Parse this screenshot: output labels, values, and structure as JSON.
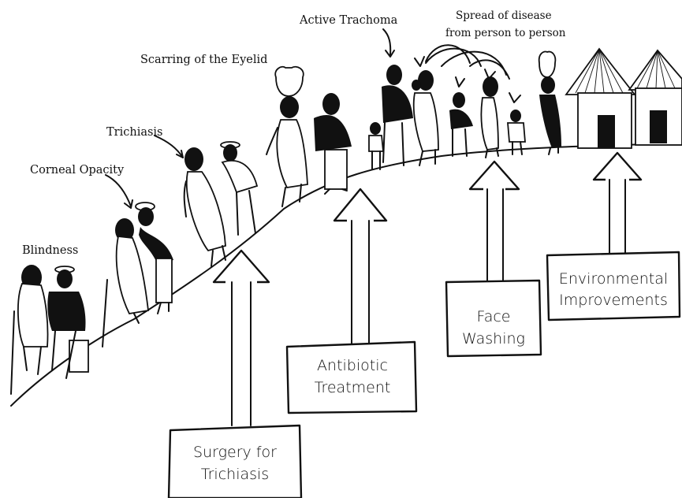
{
  "labels": {
    "blindness": "Blindness",
    "corneal_opacity": "Corneal Opacity",
    "trichiasis": "Trichiasis",
    "scarring": "Scarring of the Eyelid",
    "active_trachoma": "Active Trachoma",
    "spread_line1": "Spread of disease",
    "spread_line2": "from person to person"
  },
  "interventions": {
    "surgery": [
      "Surgery for",
      "Trichiasis"
    ],
    "antibiotic": [
      "Antibiotic",
      "Treatment"
    ],
    "face_washing": [
      "Face",
      "Washing"
    ],
    "environmental": [
      "Environmental",
      "Improvements"
    ]
  }
}
